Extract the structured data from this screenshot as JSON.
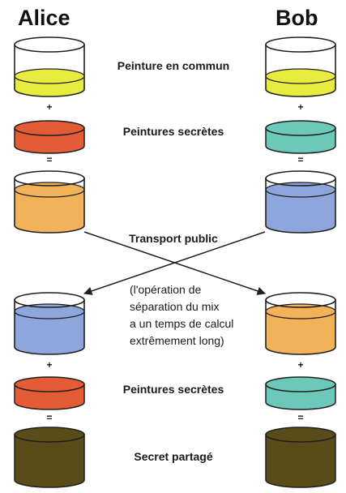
{
  "people": {
    "left": "Alice",
    "right": "Bob"
  },
  "captions": {
    "common_paint": "Peinture en commun",
    "secret_paints_1": "Peintures secrètes",
    "public_transport": "Transport public",
    "secret_paints_2": "Peintures secrètes",
    "shared_secret": "Secret partagé"
  },
  "note": {
    "lines": [
      "(l'opération de",
      "séparation du mix",
      "a un temps de calcul",
      "extrêmement long)"
    ]
  },
  "operators": {
    "plus": "+",
    "equals": "="
  },
  "colors": {
    "common_yellow": "#e8ec3c",
    "alice_secret_red": "#e45c36",
    "bob_secret_teal": "#6cc8b8",
    "alice_mix_orange": "#f2b25a",
    "bob_mix_blue": "#8ea6dc",
    "shared_olive": "#5a4c18",
    "outline": "#1f1f1f"
  }
}
